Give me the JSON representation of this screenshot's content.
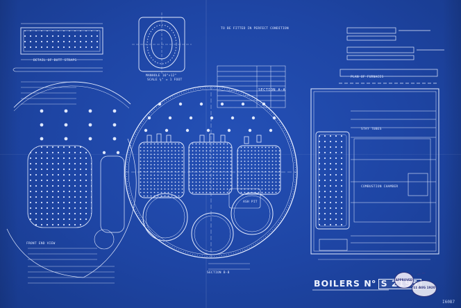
{
  "drawing": {
    "title_prefix": "BOILERS N",
    "title_suffix": "o",
    "drawing_number": "S 2195",
    "sheet_code": "I60B7"
  },
  "labels": {
    "butt_strap_detail": "DETAIL OF BUTT STRAPS",
    "manhole": "MANHOLE 16\"×12\"",
    "section_plate": "SECTION A-A",
    "scale_note": "SCALE ¼\" = 1 FOOT",
    "front_end_note": "FRONT END VIEW",
    "note_fitted": "TO BE FITTED IN PERFECT CONDITION",
    "ash_pit": "ASH PIT",
    "stay_tubes": "STAY TUBES",
    "combustion_chamber": "COMBUSTION CHAMBER",
    "section_b": "SECTION B-B",
    "plan_note": "PLAN OF FURNACES",
    "boiler_stamp": "APPROVED",
    "date_stamp": "11 AUG 1920"
  },
  "colors": {
    "paper": "#1e45a4",
    "linework": "#e6edff"
  }
}
